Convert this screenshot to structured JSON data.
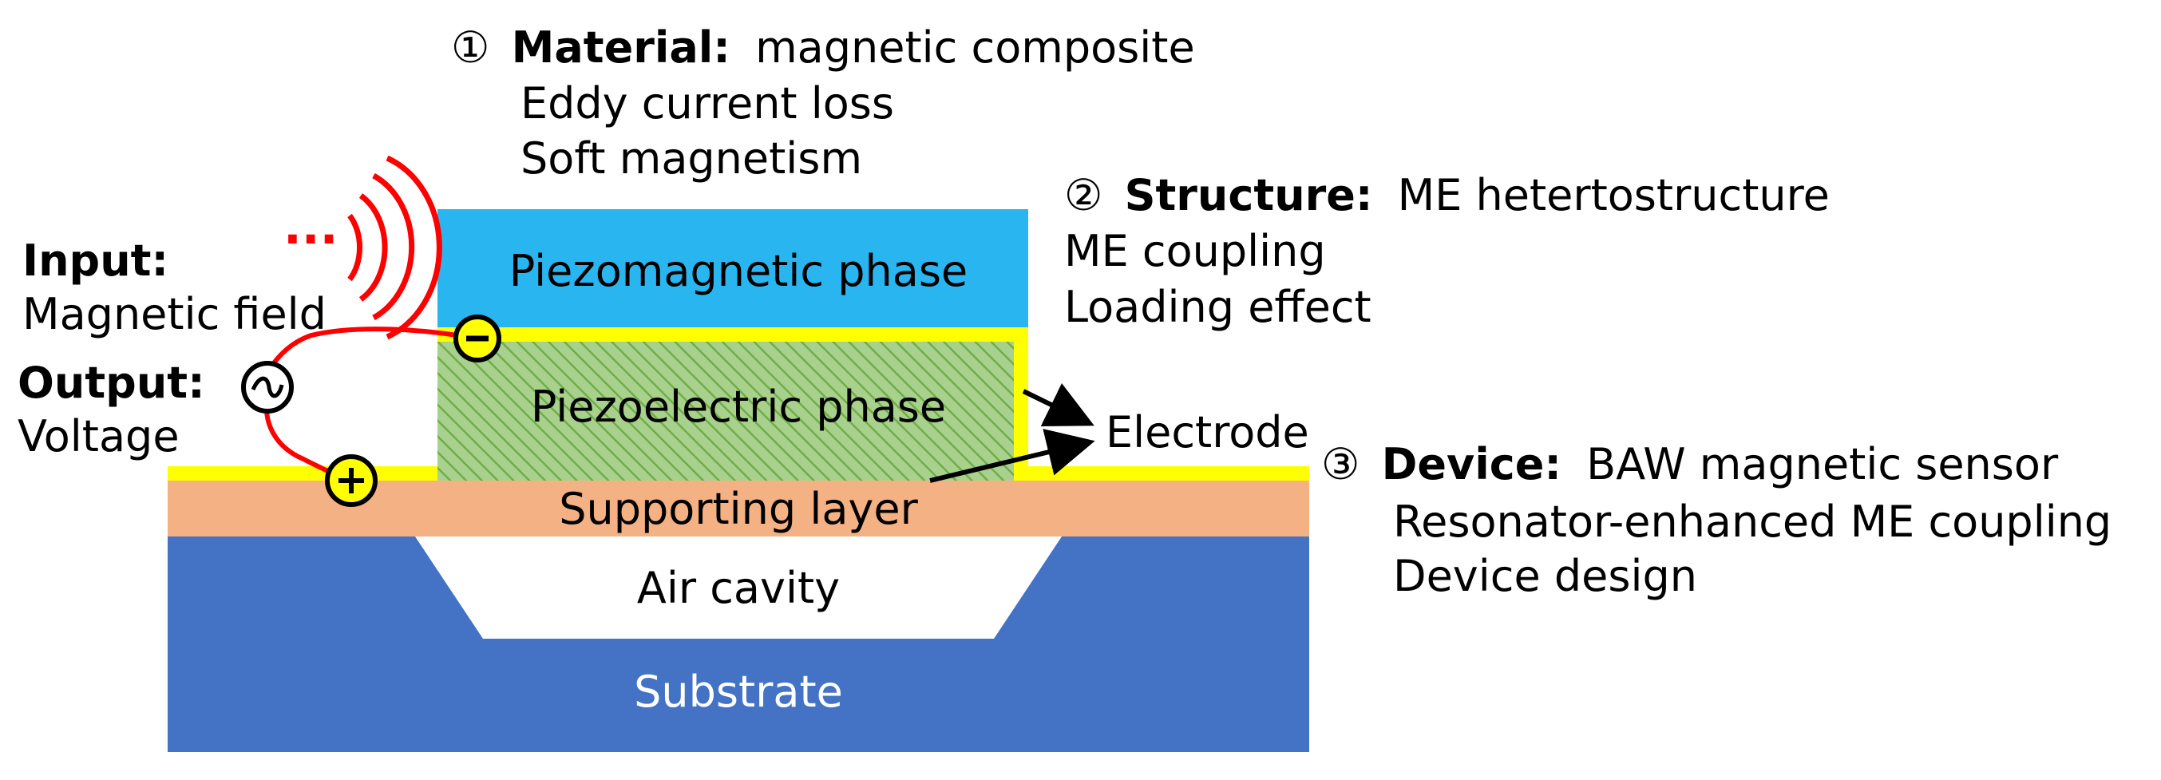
{
  "colors": {
    "substrate": "#4472C4",
    "supporting_layer": "#F4B183",
    "electrode": "#FFFF00",
    "piezomagnetic": "#29B6F0",
    "piezoelectric": "#A9D18E",
    "piezoelectric_hatch": "#70AD47",
    "wire": "#FF0000",
    "wave": "#FF0000"
  },
  "layers": {
    "piezomagnetic": "Piezomagnetic phase",
    "piezoelectric": "Piezoelectric phase",
    "supporting": "Supporting layer",
    "air_cavity": "Air cavity",
    "substrate": "Substrate"
  },
  "electrode_label": "Electrode",
  "input": {
    "title": "Input:",
    "text": "Magnetic field"
  },
  "output": {
    "title": "Output:",
    "text": "Voltage"
  },
  "signal_dots": "···",
  "terminals": {
    "negative": "−",
    "positive": "+",
    "source": "~"
  },
  "material": {
    "marker": "①",
    "title": "Material:",
    "subtitle": "magnetic composite",
    "items": [
      "Eddy current loss",
      "Soft magnetism"
    ]
  },
  "structure": {
    "marker": "②",
    "title": "Structure:",
    "subtitle": "ME  hetertostructure",
    "items": [
      "ME coupling",
      "Loading effect"
    ]
  },
  "device": {
    "marker": "③",
    "title": "Device:",
    "subtitle": "BAW magnetic sensor",
    "items": [
      "Resonator-enhanced ME coupling",
      "Device design"
    ]
  }
}
